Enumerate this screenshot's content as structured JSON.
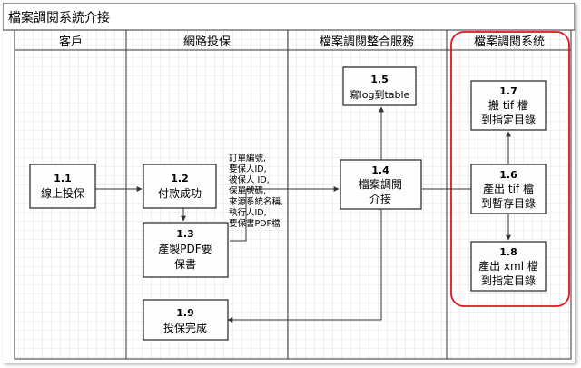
{
  "title": "檔案調閱系統介接",
  "lanes": [
    {
      "name": "客戶"
    },
    {
      "name": "網路投保"
    },
    {
      "name": "檔案調閱整合服務"
    },
    {
      "name": "檔案調閱系統"
    }
  ],
  "nodes": {
    "n1_1": {
      "id": "1.1",
      "lines": [
        "線上投保"
      ]
    },
    "n1_2": {
      "id": "1.2",
      "lines": [
        "付款成功"
      ]
    },
    "n1_3": {
      "id": "1.3",
      "lines": [
        "產製PDF要",
        "保書"
      ]
    },
    "n1_4": {
      "id": "1.4",
      "lines": [
        "檔案調閱",
        "介接"
      ]
    },
    "n1_5": {
      "id": "1.5",
      "lines": [
        "寫log到table"
      ]
    },
    "n1_6": {
      "id": "1.6",
      "lines": [
        "產出 tif 檔",
        "到暫存目錄"
      ]
    },
    "n1_7": {
      "id": "1.7",
      "lines": [
        "搬 tif 檔",
        "到指定目錄"
      ]
    },
    "n1_8": {
      "id": "1.8",
      "lines": [
        "產出 xml 檔",
        "到指定目錄"
      ]
    },
    "n1_9": {
      "id": "1.9",
      "lines": [
        "投保完成"
      ]
    }
  },
  "fields_note": [
    "訂單編號,",
    "要保人ID,",
    "被保人 ID,",
    "保單號碼,",
    "來源系統名稱,",
    "執行人ID,",
    "要保書PDF檔"
  ],
  "colors": {
    "box_fill": "#fdfdfd",
    "box_border": "#222222",
    "grid": "#c9c9c9",
    "highlight": "#e0141e",
    "line": "#333333"
  }
}
